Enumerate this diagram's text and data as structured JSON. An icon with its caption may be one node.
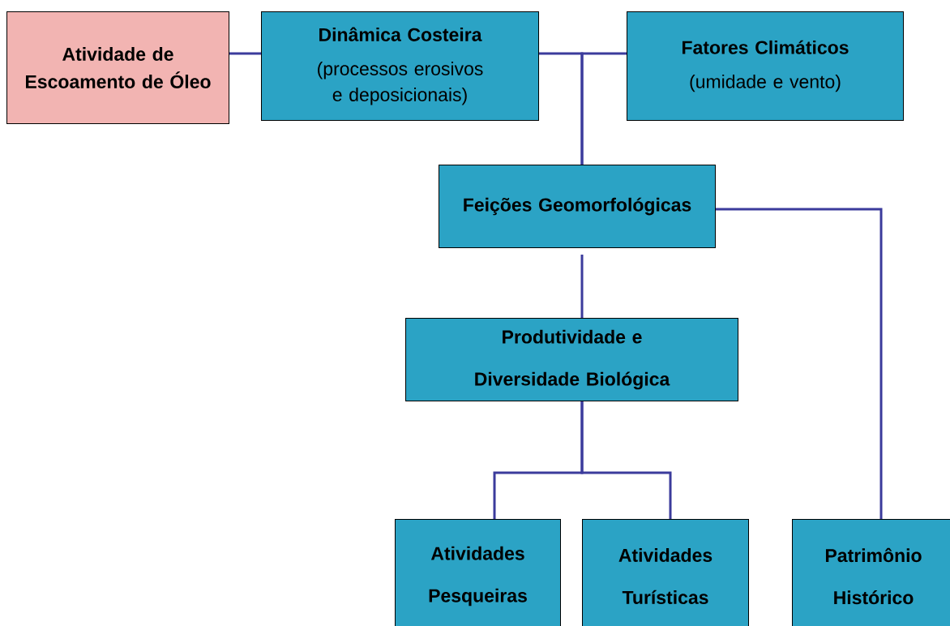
{
  "diagram": {
    "nodes": [
      {
        "text": [
          "Atividade de Escoamento de Óleo"
        ]
      },
      {
        "text": [
          "Dinâmica  Costeira",
          "(processos erosivos e deposicionais)"
        ]
      },
      {
        "text": [
          "Fatores Climáticos",
          "(umidade e vento)"
        ]
      },
      {
        "text": [
          "Feições Geomorfológicas"
        ]
      },
      {
        "text": [
          "Produtividade e Diversidade Biológica"
        ]
      },
      {
        "text": [
          "Atividades Pesqueiras"
        ]
      },
      {
        "text": [
          "Atividades Turísticas"
        ]
      },
      {
        "text": [
          "Patrimônio Histórico"
        ]
      }
    ],
    "edges": [
      {
        "from": 0,
        "to": 1,
        "arrow": "none"
      },
      {
        "from": 1,
        "to": 3,
        "arrow": "none"
      },
      {
        "from": 2,
        "to": 3,
        "arrow": "none"
      },
      {
        "from": 3,
        "to": 4,
        "arrow": "none"
      },
      {
        "from": 3,
        "to": 7,
        "arrow": "none"
      },
      {
        "from": 4,
        "to": 5,
        "arrow": "none"
      },
      {
        "from": 4,
        "to": 6,
        "arrow": "none"
      }
    ]
  }
}
